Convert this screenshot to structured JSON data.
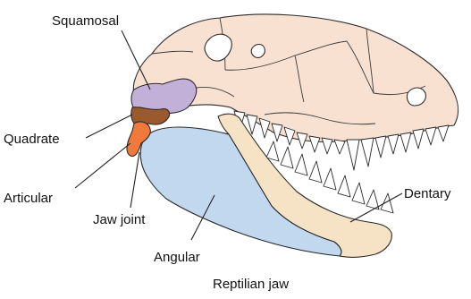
{
  "figure": {
    "caption": "Reptilian jaw",
    "labels": {
      "squamosal": "Squamosal",
      "quadrate": "Quadrate",
      "articular": "Articular",
      "jaw_joint": "Jaw joint",
      "angular": "Angular",
      "dentary": "Dentary"
    }
  },
  "colors": {
    "skull": "#f9e1d2",
    "squamosal": "#c3b0d9",
    "quadrate": "#9b5a2e",
    "articular": "#ef7a3c",
    "angular": "#c2d8ef",
    "dentary": "#f6e3c6",
    "outline": "#2a2a2a"
  }
}
